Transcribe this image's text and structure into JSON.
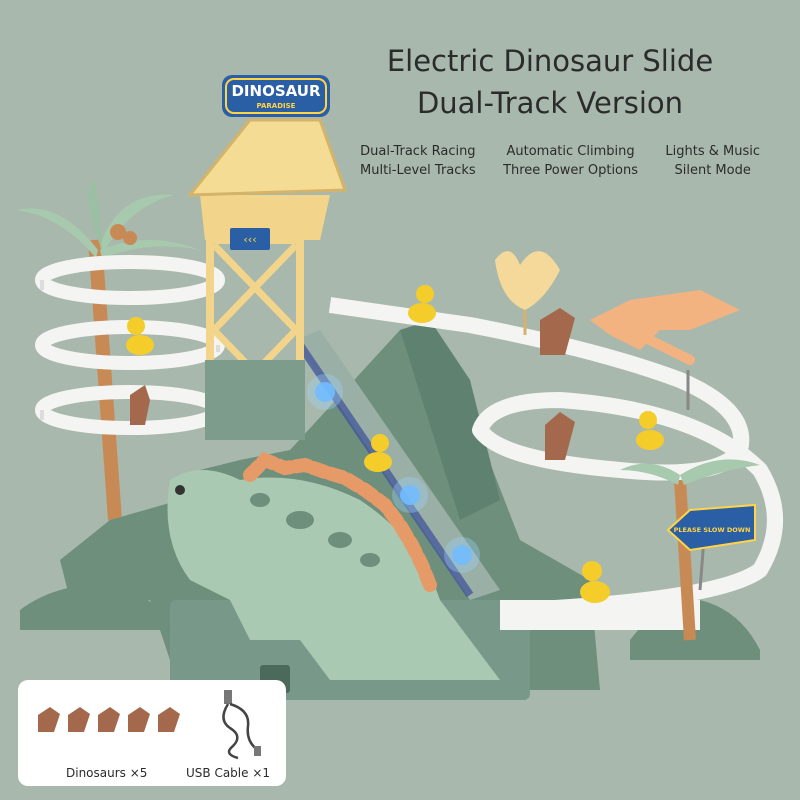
{
  "header": {
    "title_line1": "Electric Dinosaur Slide",
    "title_line2": "Dual-Track Version"
  },
  "features": {
    "col1": [
      "Dual-Track Racing",
      "Multi-Level Tracks"
    ],
    "col2": [
      "Automatic Climbing",
      "Three Power Options"
    ],
    "col3": [
      "Lights & Music",
      "Silent Mode"
    ]
  },
  "sign": {
    "top": "DINOSAUR",
    "sub": "PARADISE",
    "arrow_sign": "PLEASE SLOW DOWN"
  },
  "accessories": {
    "dinosaurs_label": "Dinosaurs ×5",
    "cable_label": "USB Cable ×1"
  },
  "colors": {
    "background": "#a9b8ac",
    "base_green": "#6e8f7c",
    "dino_green": "#a9c9b2",
    "tower_yellow": "#f2d58a",
    "track_white": "#f4f4f2",
    "duck_yellow": "#f5cd2a",
    "trex_brown": "#a4694c",
    "sign_blue": "#2b5fa5"
  }
}
